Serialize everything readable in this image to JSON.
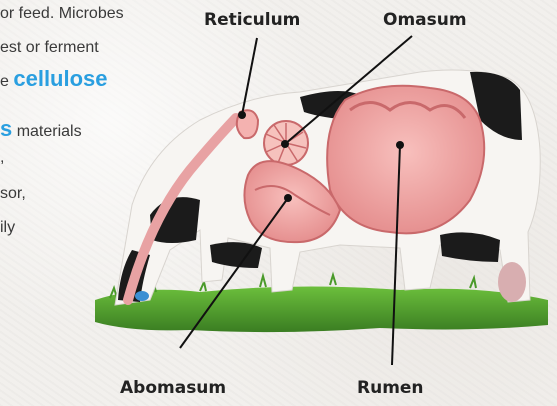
{
  "text": {
    "line1": "or feed. Microbes",
    "line2": "est or ferment",
    "line3_prefix": "e",
    "line3_highlight": "cellulose",
    "line4_highlight": "s",
    "line4_suffix": "materials",
    "line5": ",",
    "line6": "sor,",
    "line7": "ily"
  },
  "labels": {
    "reticulum": "Reticulum",
    "omasum": "Omasum",
    "abomasum": "Abomasum",
    "rumen": "Rumen"
  },
  "colors": {
    "highlight": "#2a9fe0",
    "stomach": "#f4a9a8",
    "stomach_dark": "#d9787a",
    "grass": "#4f9a2e"
  }
}
